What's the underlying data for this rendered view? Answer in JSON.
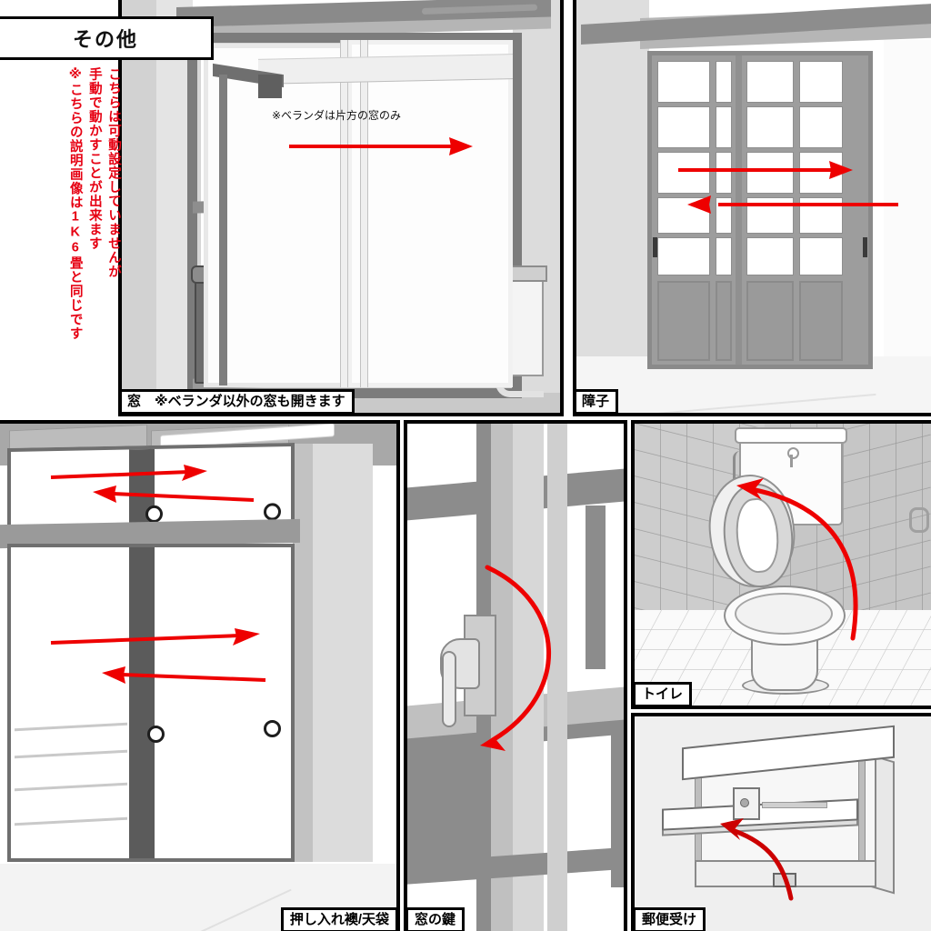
{
  "title": {
    "text": "その他"
  },
  "vertical_notes": [
    "こちらは可動設定していませんが",
    "手動で動かすことが出来ます",
    "※こちらの説明画像は1K6畳と同じです"
  ],
  "accent_color": "#e60012",
  "panels": [
    {
      "id": "window",
      "caption": "窓　※ベランダ以外の窓も開きます",
      "annotation": "※ベランダは片方の窓のみ",
      "arrows": 1
    },
    {
      "id": "shoji",
      "caption": "障子",
      "arrows": 2
    },
    {
      "id": "closet",
      "caption": "押し入れ襖/天袋",
      "arrows": 4
    },
    {
      "id": "window-lock",
      "caption": "窓の鍵",
      "arrows": 1
    },
    {
      "id": "toilet",
      "caption": "トイレ",
      "arrows": 1
    },
    {
      "id": "mailbox",
      "caption": "郵便受け",
      "arrows": 1
    }
  ]
}
